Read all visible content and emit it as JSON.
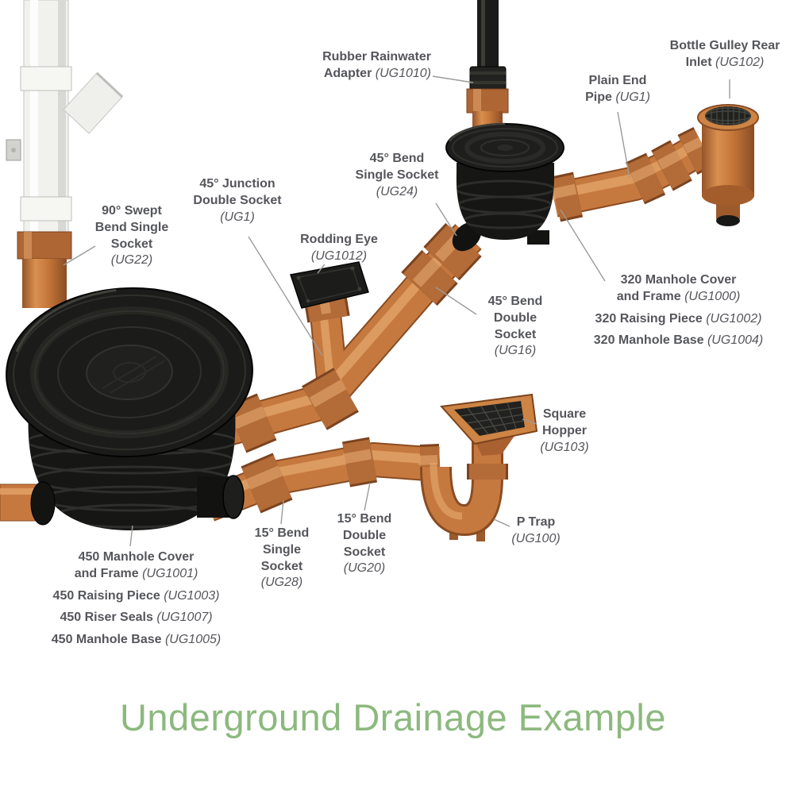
{
  "title": "Underground Drainage Example",
  "colors": {
    "pipe_orange": "#c6793f",
    "fitting_black": "#1b1b19",
    "label_text": "#55565b",
    "title_green": "#8cb97e",
    "leader_line": "#9b9b99"
  },
  "labels": {
    "rubber_rainwater_adapter": {
      "name": "Rubber Rainwater Adapter",
      "code": "(UG1010)"
    },
    "bottle_gulley_rear_inlet": {
      "name": "Bottle Gulley Rear Inlet",
      "code": "(UG102)"
    },
    "plain_end_pipe": {
      "name": "Plain End Pipe",
      "code": "(UG1)"
    },
    "bend_45_single_socket": {
      "name": "45° Bend Single Socket",
      "code": "(UG24)"
    },
    "junction_45_double_socket": {
      "name": "45° Junction Double Socket",
      "code": "(UG1)"
    },
    "rodding_eye": {
      "name": "Rodding Eye",
      "code": "(UG1012)"
    },
    "swept_bend_90_single_socket": {
      "name": "90° Swept Bend Single Socket",
      "code": "(UG22)"
    },
    "bend_45_double_socket": {
      "name": "45° Bend Double Socket",
      "code": "(UG16)"
    },
    "manhole_320_cover": {
      "name": "320 Manhole Cover and Frame",
      "code": "(UG1000)"
    },
    "manhole_320_raising": {
      "name": "320 Raising Piece",
      "code": "(UG1002)"
    },
    "manhole_320_base": {
      "name": "320 Manhole Base",
      "code": "(UG1004)"
    },
    "square_hopper": {
      "name": "Square Hopper",
      "code": "(UG103)"
    },
    "p_trap": {
      "name": "P Trap",
      "code": "(UG100)"
    },
    "bend_15_single_socket": {
      "name": "15° Bend Single Socket",
      "code": "(UG28)"
    },
    "bend_15_double_socket": {
      "name": "15° Bend Double Socket",
      "code": "(UG20)"
    },
    "manhole_450_cover": {
      "name": "450 Manhole Cover and Frame",
      "code": "(UG1001)"
    },
    "manhole_450_raising": {
      "name": "450 Raising Piece",
      "code": "(UG1003)"
    },
    "manhole_450_riser_seals": {
      "name": "450 Riser Seals",
      "code": "(UG1007)"
    },
    "manhole_450_base": {
      "name": "450 Manhole Base",
      "code": "(UG1005)"
    }
  }
}
